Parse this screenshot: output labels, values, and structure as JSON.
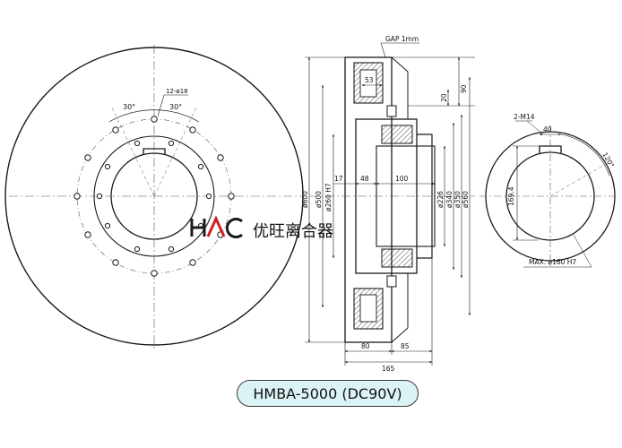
{
  "front_view": {
    "bolt_callout": "12-ø18",
    "angle_left": "30°",
    "angle_right": "30°"
  },
  "logo": {
    "text": "HAC",
    "company": "优旺离合器"
  },
  "section_view": {
    "gap_label": "GAP 1mm",
    "dim_53": "53",
    "dim_90": "90",
    "dim_20": "20",
    "dim_17": "17",
    "dim_48": "48",
    "dim_100": "100",
    "dim_80": "80",
    "dim_85": "85",
    "dim_165": "165",
    "dia_600": "ø600",
    "dia_500": "ø500",
    "dia_260": "ø260 H7",
    "dia_226": "ø226",
    "dia_340": "ø340",
    "dia_350": "ø350",
    "dia_560": "ø560"
  },
  "keyway_view": {
    "callout": "2-M14",
    "dim_40": "40",
    "angle": "120°",
    "dim_169": "169.4",
    "max_bore": "MAX. ø160 H7"
  },
  "caption": {
    "model": "HMBA-5000 (DC90V)"
  },
  "colors": {
    "line": "#1a1a1a",
    "centerline": "#555555",
    "caption_bg": "#dcf3f6",
    "logo_red": "#cc1f1f"
  }
}
